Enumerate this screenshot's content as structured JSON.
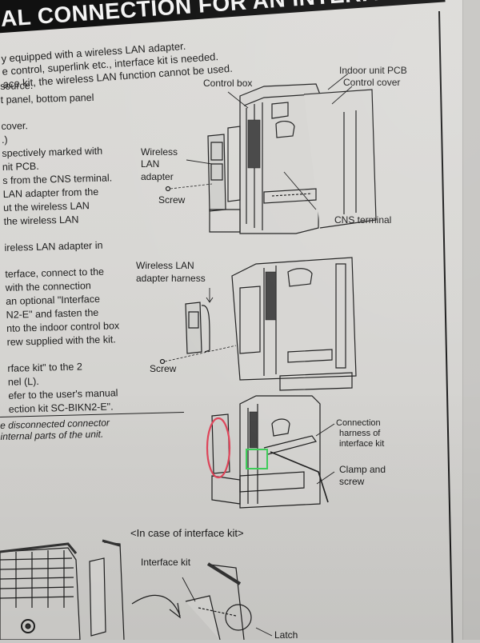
{
  "header": {
    "title": "AL CONNECTION FOR AN INTERFACE"
  },
  "intro": [
    "y equipped with a wireless LAN adapter.",
    "e control, superlink etc., interface kit is needed.",
    "ace kit, the wireless LAN function cannot be used."
  ],
  "steps": [
    "source.",
    "t panel, bottom panel",
    "",
    " cover.",
    ".)",
    "spectively marked with",
    "nit PCB.",
    "s from the CNS terminal.",
    "LAN adapter from the",
    "ut the wireless LAN",
    "the wireless LAN",
    "",
    "ireless LAN adapter in",
    "",
    "terface, connect to the",
    " with the connection",
    "an optional \"Interface",
    "N2-E\" and fasten the",
    "nto the indoor control box",
    "rew supplied with the kit.",
    "",
    "rface kit\" to the 2",
    "nel (L).",
    "efer to the user's manual",
    "ection kit SC-BIKN2-E\"."
  ],
  "warning": [
    "e disconnected connector",
    "internal parts of the unit."
  ],
  "figure1": {
    "labels": {
      "control_box": "Control box",
      "indoor_unit_pcb": "Indoor unit PCB",
      "control_cover": "Control cover",
      "wireless_lan_adapter_1": "Wireless",
      "wireless_lan_adapter_2": "LAN",
      "wireless_lan_adapter_3": "adapter",
      "screw": "Screw",
      "cns_terminal": "CNS terminal"
    }
  },
  "figure2": {
    "labels": {
      "harness_1": "Wireless LAN",
      "harness_2": "adapter harness",
      "screw": "Screw"
    }
  },
  "figure3": {
    "labels": {
      "connection_harness_1": "Connection",
      "connection_harness_2": "harness of",
      "connection_harness_3": "interface kit",
      "clamp_1": "Clamp and",
      "clamp_2": "screw"
    },
    "annotations": {
      "red_circle_color": "#e0455a",
      "green_box_color": "#3fcf5a"
    }
  },
  "figure4": {
    "caption": "<In case of interface kit>",
    "labels": {
      "interface_kit": "Interface kit",
      "latch": "Latch"
    }
  }
}
